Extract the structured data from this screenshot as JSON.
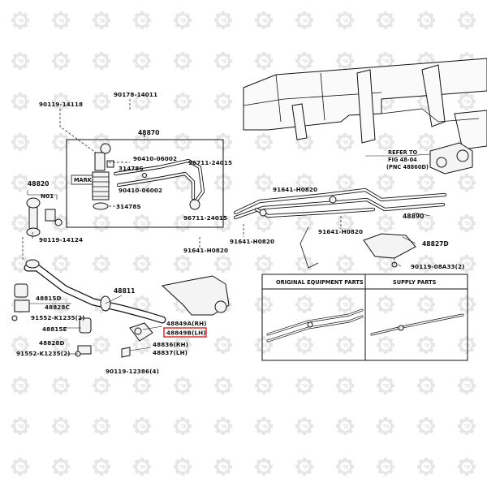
{
  "diagram": {
    "labels": {
      "p90119_14118": "90119-14118",
      "p90178_14011": "90178-14011",
      "p48870": "48870",
      "p90410_06002a": "90410-06002",
      "p31478s_a": "31478S",
      "p96711_24015a": "96711-24015",
      "mark": "MARK",
      "p90410_06002b": "90410-06002",
      "p31478s_b": "31478S",
      "p96711_24015b": "96711-24015",
      "p48820": "48820",
      "n01": "N01",
      "p90119_14124": "90119-14124",
      "p91641_h0820a": "91641-H0820",
      "p91641_h0820b": "91641-H0820",
      "p91641_h0820c": "91641-H0820",
      "p91641_h0820d": "91641-H0820",
      "p48890": "48890",
      "p48827d": "48827D",
      "p90119_08a33": "90119-08A33(2)",
      "refer1": "REFER TO",
      "refer2": "FIG 48-04",
      "refer3": "(PNC 48860D)",
      "p48811": "48811",
      "p48815d": "48815D",
      "p48828c": "48828C",
      "p91552_k1235a": "91552-K1235(2)",
      "p48815e": "48815E",
      "p48828d": "48828D",
      "p91552_k1235b": "91552-K1235(2)",
      "p48849a": "48849A(RH)",
      "p48849b": "48849B(LH)",
      "p48836": "48836(RH)",
      "p48837": "48837(LH)",
      "p90119_12386": "90119-12386(4)",
      "orig": "ORIGINAL EQUIPMENT PARTS",
      "supply": "SUPPLY PARTS"
    },
    "highlight_color": "#e02020"
  }
}
